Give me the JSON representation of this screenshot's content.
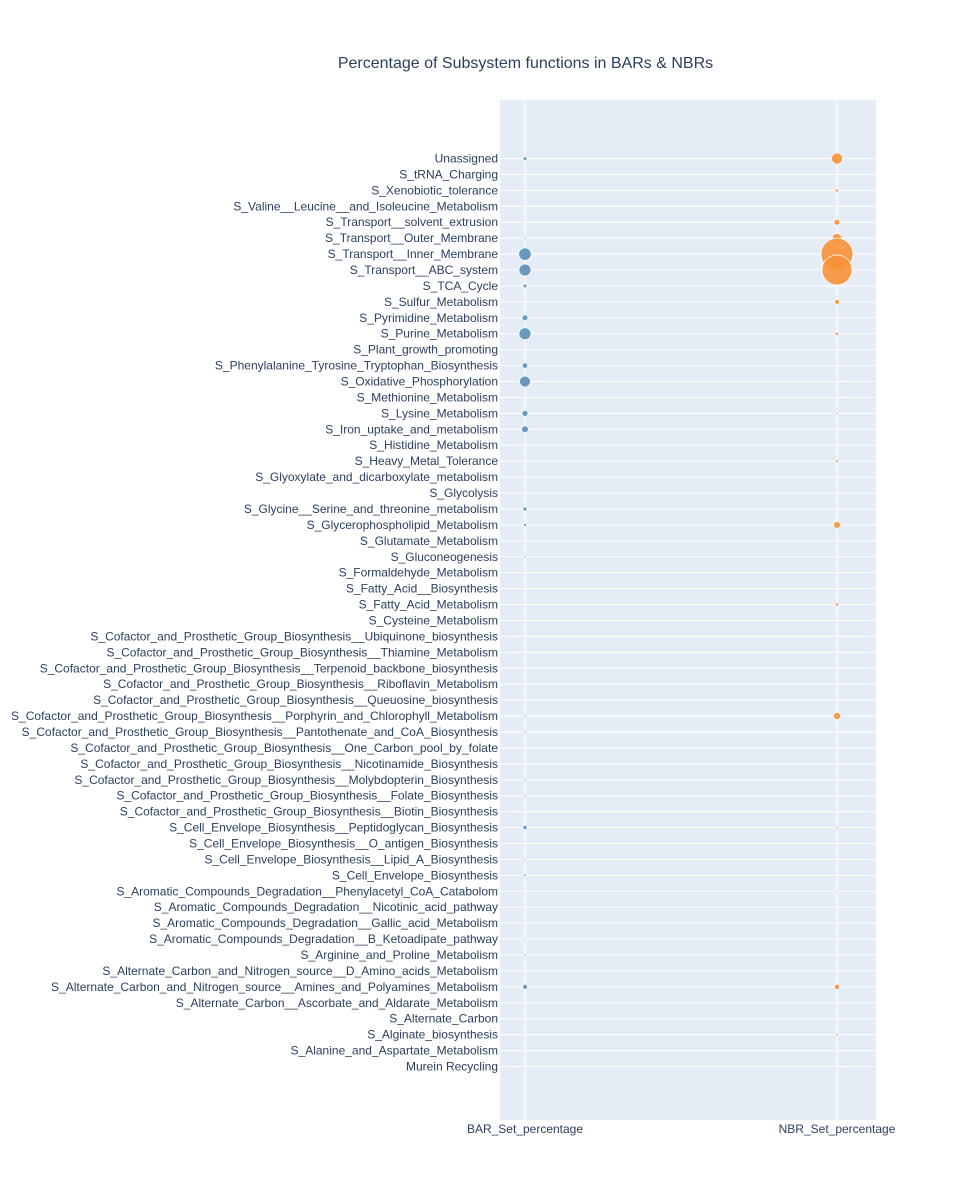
{
  "chart_data": {
    "type": "scatter",
    "title": "Percentage of Subsystem functions in BARs & NBRs",
    "x_categories": [
      "BAR_Set_percentage",
      "NBR_Set_percentage"
    ],
    "y_categories": [
      "Unassigned",
      "S_tRNA_Charging",
      "S_Xenobiotic_tolerance",
      "S_Valine__Leucine__and_Isoleucine_Metabolism",
      "S_Transport__solvent_extrusion",
      "S_Transport__Outer_Membrane",
      "S_Transport__Inner_Membrane",
      "S_Transport__ABC_system",
      "S_TCA_Cycle",
      "S_Sulfur_Metabolism",
      "S_Pyrimidine_Metabolism",
      "S_Purine_Metabolism",
      "S_Plant_growth_promoting",
      "S_Phenylalanine_Tyrosine_Tryptophan_Biosynthesis",
      "S_Oxidative_Phosphorylation",
      "S_Methionine_Metabolism",
      "S_Lysine_Metabolism",
      "S_Iron_uptake_and_metabolism",
      "S_Histidine_Metabolism",
      "S_Heavy_Metal_Tolerance",
      "S_Glyoxylate_and_dicarboxylate_metabolism",
      "S_Glycolysis",
      "S_Glycine__Serine_and_threonine_metabolism",
      "S_Glycerophospholipid_Metabolism",
      "S_Glutamate_Metabolism",
      "S_Gluconeogenesis",
      "S_Formaldehyde_Metabolism",
      "S_Fatty_Acid__Biosynthesis",
      "S_Fatty_Acid_Metabolism",
      "S_Cysteine_Metabolism",
      "S_Cofactor_and_Prosthetic_Group_Biosynthesis__Ubiquinone_biosynthesis",
      "S_Cofactor_and_Prosthetic_Group_Biosynthesis__Thiamine_Metabolism",
      "S_Cofactor_and_Prosthetic_Group_Biosynthesis__Terpenoid_backbone_biosynthesis",
      "S_Cofactor_and_Prosthetic_Group_Biosynthesis__Riboflavin_Metabolism",
      "S_Cofactor_and_Prosthetic_Group_Biosynthesis__Queuosine_biosynthesis",
      "S_Cofactor_and_Prosthetic_Group_Biosynthesis__Porphyrin_and_Chlorophyll_Metabolism",
      "S_Cofactor_and_Prosthetic_Group_Biosynthesis__Pantothenate_and_CoA_Biosynthesis",
      "S_Cofactor_and_Prosthetic_Group_Biosynthesis__One_Carbon_pool_by_folate",
      "S_Cofactor_and_Prosthetic_Group_Biosynthesis__Nicotinamide_Biosynthesis",
      "S_Cofactor_and_Prosthetic_Group_Biosynthesis__Molybdopterin_Biosynthesis",
      "S_Cofactor_and_Prosthetic_Group_Biosynthesis__Folate_Biosynthesis",
      "S_Cofactor_and_Prosthetic_Group_Biosynthesis__Biotin_Biosynthesis",
      "S_Cell_Envelope_Biosynthesis__Peptidoglycan_Biosynthesis",
      "S_Cell_Envelope_Biosynthesis__O_antigen_Biosynthesis",
      "S_Cell_Envelope_Biosynthesis__Lipid_A_Biosynthesis",
      "S_Cell_Envelope_Biosynthesis",
      "S_Aromatic_Compounds_Degradation__Phenylacetyl_CoA_Catabolom",
      "S_Aromatic_Compounds_Degradation__Nicotinic_acid_pathway",
      "S_Aromatic_Compounds_Degradation__Gallic_acid_Metabolism",
      "S_Aromatic_Compounds_Degradation__B_Ketoadipate_pathway",
      "S_Arginine_and_Proline_Metabolism",
      "S_Alternate_Carbon_and_Nitrogen_source__D_Amino_acids_Metabolism",
      "S_Alternate_Carbon_and_Nitrogen_source__Amines_and_Polyamines_Metabolism",
      "S_Alternate_Carbon__Ascorbate_and_Aldarate_Metabolism",
      "S_Alternate_Carbon",
      "S_Alginate_biosynthesis",
      "S_Alanine_and_Aspartate_Metabolism",
      "Murein Recycling"
    ],
    "series": [
      {
        "x": "BAR_Set_percentage",
        "color": "#5b8fb9",
        "values": [
          0.6,
          0,
          0,
          0,
          0,
          0.2,
          6.5,
          6.0,
          0.6,
          0,
          1.5,
          6.0,
          0,
          1.3,
          5.0,
          0,
          1.5,
          2.0,
          0,
          0,
          0,
          0,
          0.7,
          0.4,
          0,
          0.2,
          0,
          0,
          0,
          0,
          0,
          0,
          0,
          0,
          0,
          0.2,
          0.1,
          0,
          0,
          0.1,
          0.1,
          0,
          0.8,
          0,
          0.1,
          0.3,
          0,
          0,
          0,
          0.1,
          0.2,
          0,
          1.0,
          0,
          0,
          0,
          0,
          0
        ]
      },
      {
        "x": "NBR_Set_percentage",
        "color": "#f7923a",
        "values": [
          5.2,
          0,
          0.5,
          0,
          1.5,
          4.0,
          42.0,
          37.0,
          0,
          1.0,
          0,
          0.5,
          0,
          0,
          0,
          0,
          0.2,
          0,
          0,
          0.4,
          0,
          0,
          0,
          2.0,
          0,
          0,
          0,
          0,
          0.5,
          0,
          0,
          0,
          0,
          0,
          0,
          2.2,
          0,
          0,
          0,
          0,
          0,
          0,
          0.3,
          0,
          0,
          0,
          0.2,
          0,
          0,
          0,
          0,
          0,
          1.2,
          0,
          0,
          0.3,
          0,
          0
        ]
      }
    ],
    "size_encoding": "marker area proportional to percentage",
    "plot_background": "#e5ecf6",
    "gridlines": true,
    "legend": "none"
  }
}
